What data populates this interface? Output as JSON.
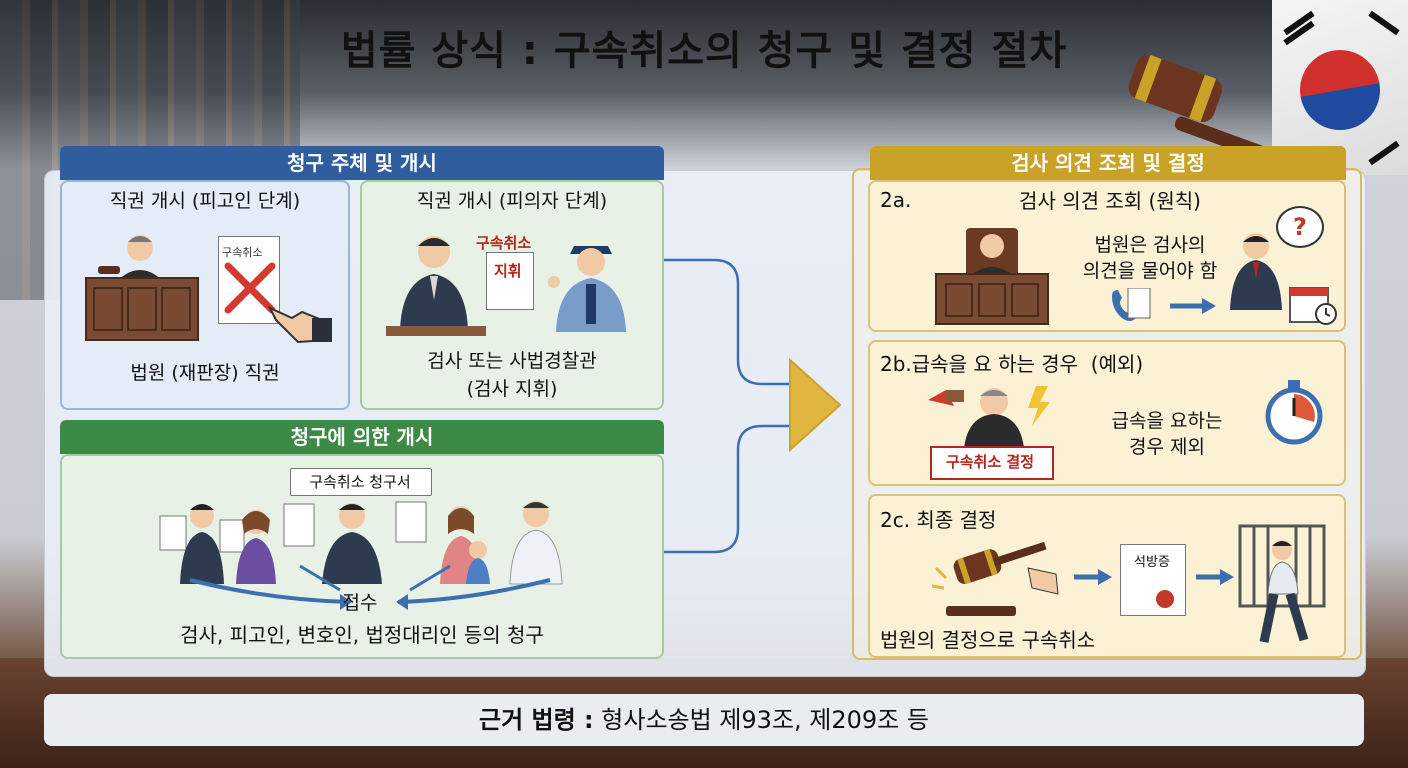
{
  "title": "법률 상식 : 구속취소의 청구 및 결정 절차",
  "left_top_section": {
    "header": "청구 주체 및 개시",
    "court_box": {
      "title": "직권 개시 (피고인 단계)",
      "doc_label": "구속취소",
      "caption": "법원 (재판장) 직권"
    },
    "prosecutor_box": {
      "title": "직권 개시 (피의자 단계)",
      "sign_line1": "구속취소",
      "sign_line2": "지휘",
      "caption_line1": "검사 또는 사법경찰관",
      "caption_line2": "(검사 지휘)"
    }
  },
  "left_bottom_section": {
    "header": "청구에 의한 개시",
    "doc_label": "구속취소 청구서",
    "center_label": "접수",
    "caption": "검사, 피고인, 변호인, 법정대리인 등의 청구"
  },
  "right_section": {
    "header": "검사 의견 조회 및 결정",
    "step_2a": {
      "num": "2a.",
      "title": "검사 의견 조회 (원칙)",
      "text_line1": "법원은 검사의",
      "text_line2": "의견을 물어야 함",
      "question_mark": "?"
    },
    "step_2b": {
      "title": "2b.급속을 요 하는 경우  (예외)",
      "sign": "구속취소 결정",
      "text_line1": "급속을 요하는",
      "text_line2": "경우 제외"
    },
    "step_2c": {
      "title": "2c. 최종 결정",
      "doc_label": "석방증",
      "caption": "법원의 결정으로 구속취소"
    }
  },
  "footer": {
    "label": "근거 법령 :",
    "text": "형사소송법 제93조, 제209조 등"
  },
  "colors": {
    "blue_header": "#2f5d9e",
    "green_header": "#3c8a45",
    "gold_header": "#c9a227",
    "panel_bg": "#e9eff8",
    "arrow_blue": "#3d6fb0",
    "arrow_gold": "#e1b640"
  }
}
